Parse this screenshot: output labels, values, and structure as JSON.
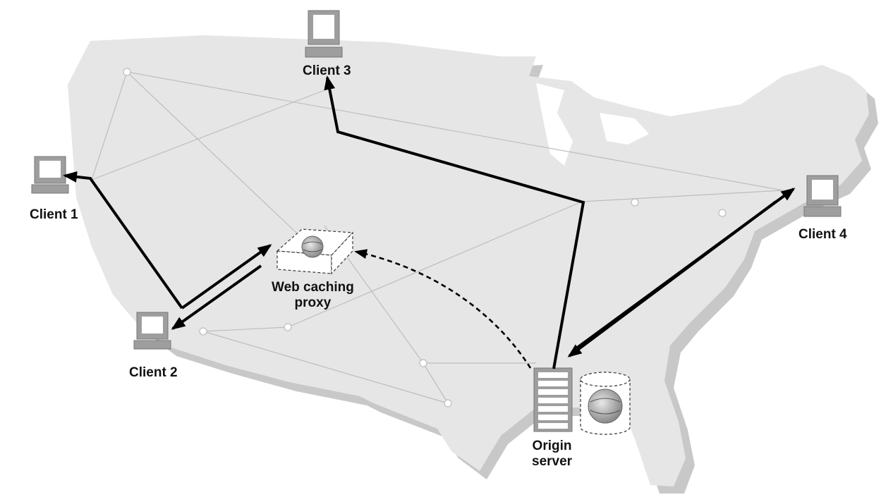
{
  "labels": {
    "client1": "Client 1",
    "client2": "Client 2",
    "client3": "Client 3",
    "client4": "Client 4",
    "proxy_line1": "Web caching",
    "proxy_line2": "proxy",
    "origin_line1": "Origin",
    "origin_line2": "server"
  },
  "colors": {
    "map_fill": "#e6e6e6",
    "map_shadow": "#c8c8c8",
    "network_line": "#bdbdbd",
    "arrow": "#000000",
    "computer_fill": "#bdbdbd"
  },
  "icons": {
    "computer": "desktop-computer-icon",
    "proxy": "proxy-box-icon",
    "server": "server-tower-icon",
    "storage": "cylinder-storage-icon",
    "globe": "globe-icon"
  }
}
